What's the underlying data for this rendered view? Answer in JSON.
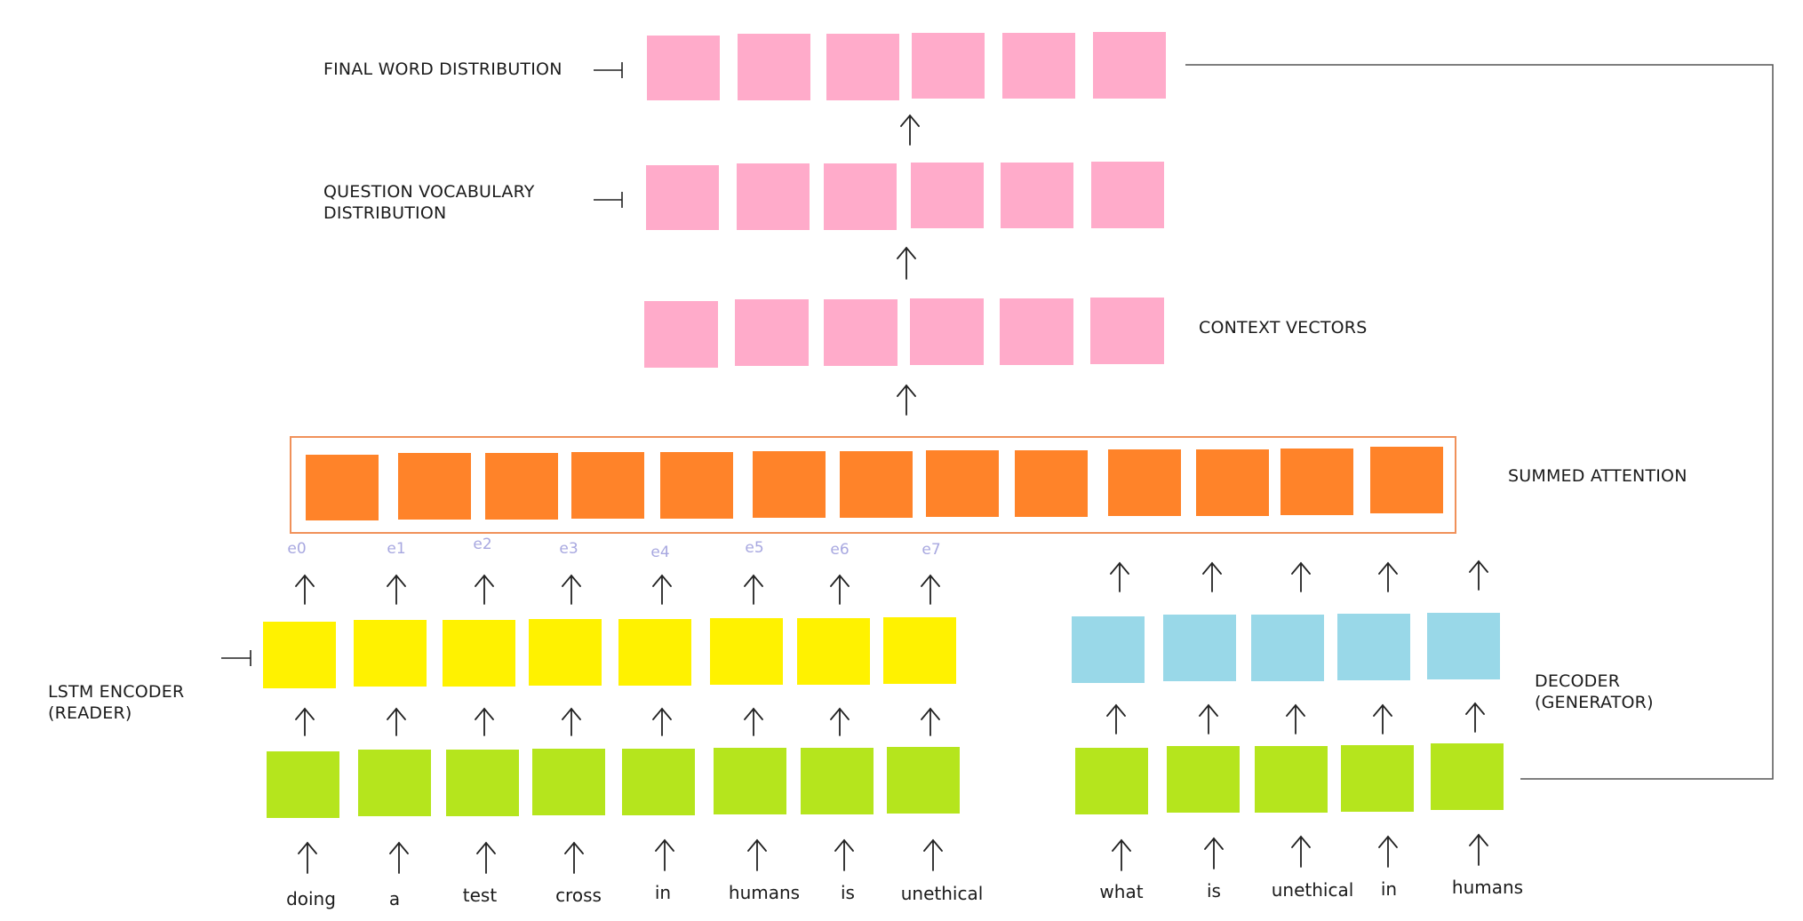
{
  "labels": {
    "final_word_distribution": "FINAL WORD DISTRIBUTION",
    "question_vocab_line1": "QUESTION VOCABULARY",
    "question_vocab_line2": "DISTRIBUTION",
    "context_vectors": "CONTEXT VECTORS",
    "summed_attention": "SUMMED ATTENTION",
    "encoder_line1": "LSTM ENCODER",
    "encoder_line2": "(READER)",
    "decoder_line1": "DECODER",
    "decoder_line2": "(GENERATOR)"
  },
  "encoder_states": [
    "e0",
    "e1",
    "e2",
    "e3",
    "e4",
    "e5",
    "e6",
    "e7"
  ],
  "encoder_words": [
    "doing",
    "a",
    "test",
    "cross",
    "in",
    "humans",
    "is",
    "unethical"
  ],
  "decoder_words": [
    "what",
    "is",
    "unethical",
    "in",
    "humans"
  ],
  "colors": {
    "pink": "#ffabca",
    "orange": "#ff8329",
    "attention_border": "#f0915a",
    "yellow": "#fff200",
    "blue": "#99d8e8",
    "green": "#b5e51d",
    "line": "#444444",
    "state_label": "#a8a8e0"
  }
}
